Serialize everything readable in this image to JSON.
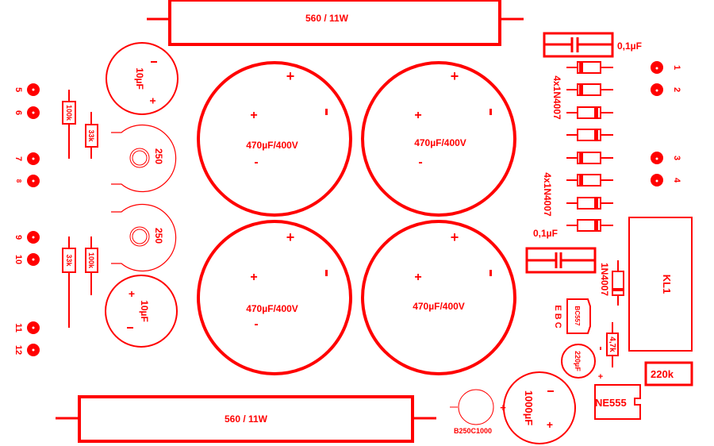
{
  "color": "#ff0000",
  "power_resistors": {
    "top": "560 / 11W",
    "bottom": "560 / 11W"
  },
  "big_caps": [
    "470µF/400V",
    "470µF/400V",
    "470µF/400V",
    "470µF/400V"
  ],
  "small_caps": {
    "top": "10µF",
    "bottom": "10µF"
  },
  "trimpots": [
    "250",
    "250"
  ],
  "resistors_left": [
    "100k",
    "33k",
    "33k",
    "100k"
  ],
  "pads_left": [
    "5",
    "6",
    "7",
    "8",
    "9",
    "10",
    "11",
    "12"
  ],
  "pads_right": [
    "1",
    "2",
    "3",
    "4"
  ],
  "cap_film_top": "0,1µF",
  "cap_film_bottom": "0,1µF",
  "diode_group_top": "4x1N4007",
  "diode_group_bottom": "4x1N4007",
  "diode_single": "1N4007",
  "relay": "KL1",
  "transistor": {
    "label": "BC557",
    "pins": "E B C"
  },
  "resistor_47k": "4,7k",
  "cap_220": "220µF",
  "resistor_220k": "220k",
  "ic": "NE555",
  "cap_1000": "1000µF",
  "bridge": "B250C1000",
  "symbols": {
    "plus": "+",
    "minus": "-"
  }
}
